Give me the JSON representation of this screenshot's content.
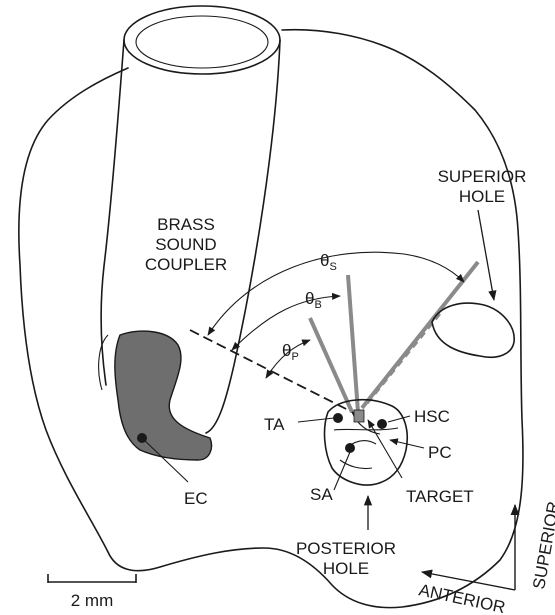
{
  "labels": {
    "coupler_line1": "BRASS",
    "coupler_line2": "SOUND",
    "coupler_line3": "COUPLER",
    "superior_hole_line1": "SUPERIOR",
    "superior_hole_line2": "HOLE",
    "posterior_hole_line1": "POSTERIOR",
    "posterior_hole_line2": "HOLE",
    "ec": "EC",
    "ta": "TA",
    "sa": "SA",
    "hsc": "HSC",
    "pc": "PC",
    "target": "TARGET",
    "theta": "θ",
    "sub_s": "S",
    "sub_b": "B",
    "sub_p": "P"
  },
  "scale_bar": {
    "label": "2 mm"
  },
  "orientation": {
    "superior": "SUPERIOR",
    "anterior": "ANTERIOR"
  },
  "colors": {
    "ink": "#1a1a1a",
    "ear_canal": "#6e6e6e",
    "probe": "#8a8a8a",
    "background": "#ffffff"
  }
}
